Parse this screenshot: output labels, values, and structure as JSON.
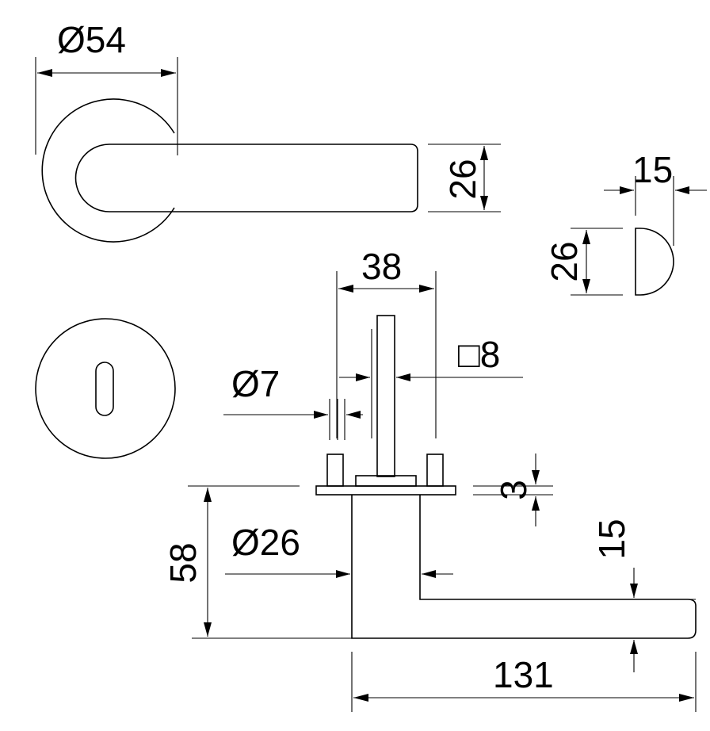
{
  "dimensions": {
    "rose_diameter": "Ø54",
    "lever_height_top": "26",
    "lever_section_width": "15",
    "lever_section_height": "26",
    "spindle_length": "38",
    "spindle_square": "□8",
    "screw_diameter": "Ø7",
    "rose_thickness": "3",
    "neck_diameter": "Ø26",
    "projection": "58",
    "lever_height_side": "15",
    "lever_length": "131"
  }
}
